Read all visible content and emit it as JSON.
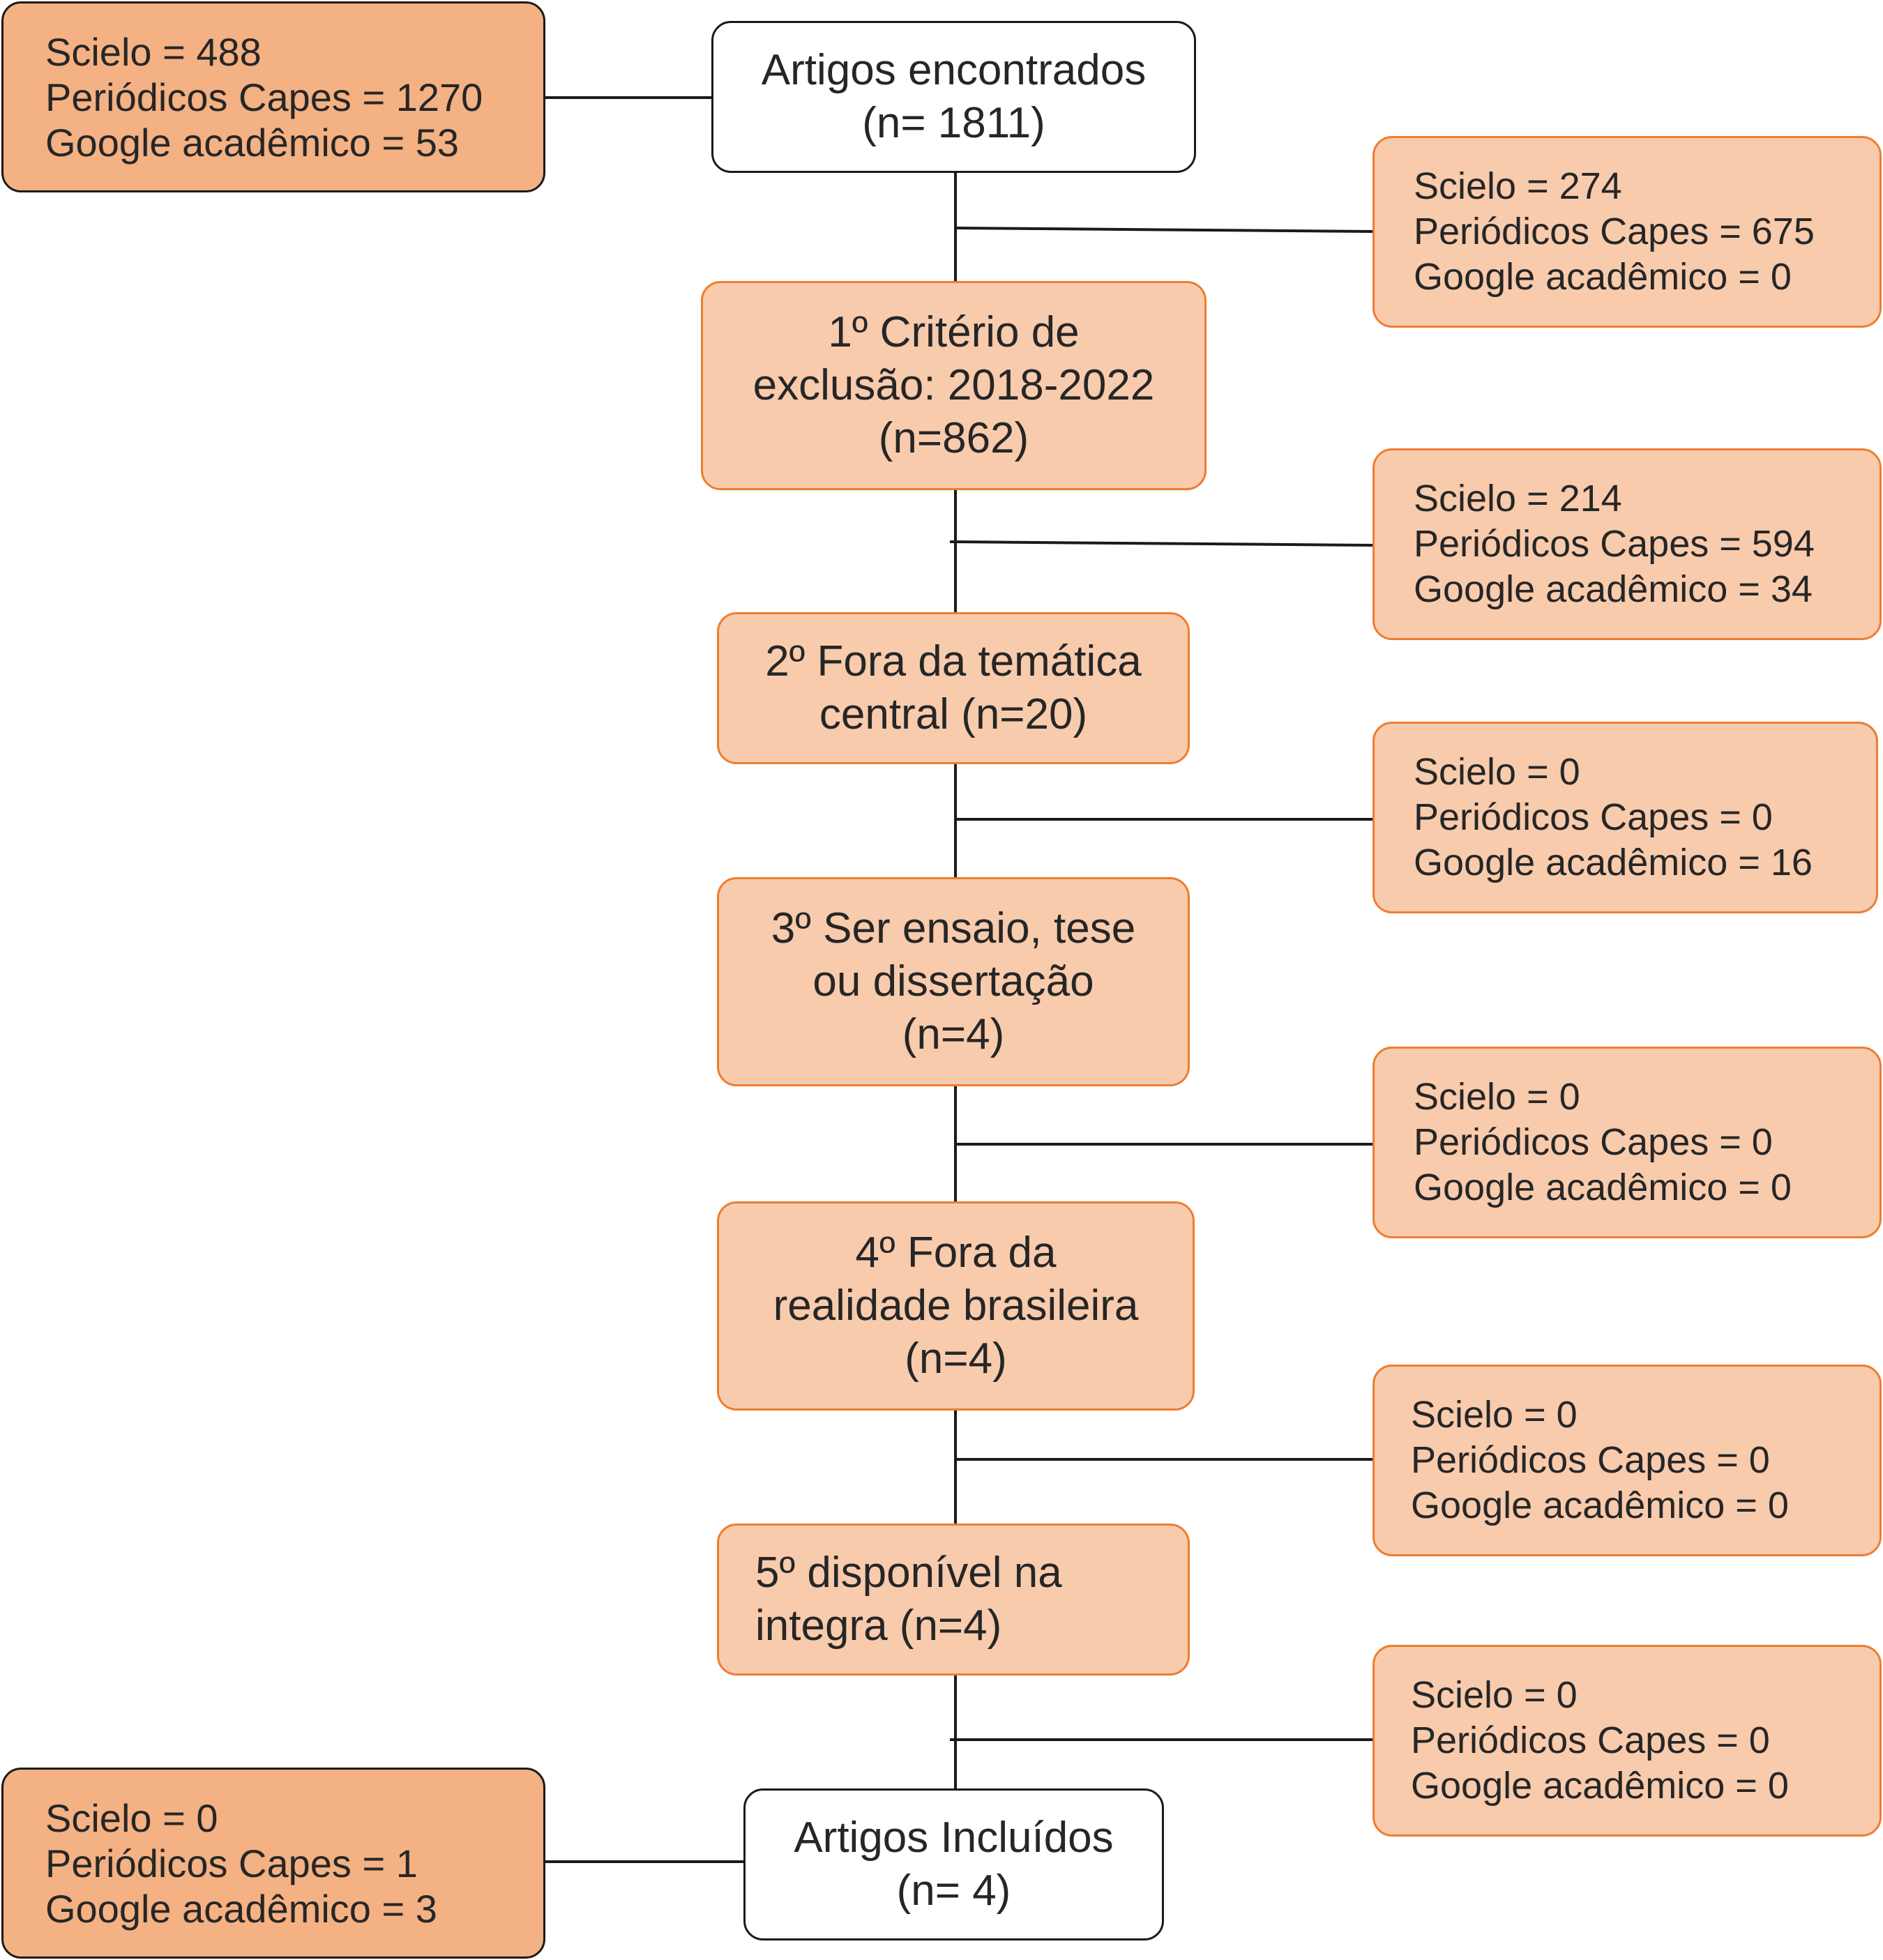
{
  "colors": {
    "line": "#1a1a1a",
    "peach_fill": "#f8cbad",
    "peach_border": "#ed7d31",
    "dark_fill": "#f4b183"
  },
  "main_steps": [
    {
      "lines": [
        "Artigos encontrados",
        "(n= 1811)"
      ]
    },
    {
      "lines": [
        "1º Critério de",
        "exclusão: 2018-2022",
        "(n=862)"
      ]
    },
    {
      "lines": [
        "2º Fora da temática",
        "central (n=20)"
      ]
    },
    {
      "lines": [
        "3º Ser ensaio, tese",
        "ou dissertação",
        "(n=4)"
      ]
    },
    {
      "lines": [
        "4º Fora da",
        "realidade brasileira",
        "(n=4)"
      ]
    },
    {
      "lines": [
        "5º disponível na",
        "integra (n=4)"
      ]
    },
    {
      "lines": [
        "Artigos Incluídos",
        "(n= 4)"
      ]
    }
  ],
  "source_totals": {
    "found": [
      "Scielo = 488",
      "Periódicos Capes = 1270",
      "Google acadêmico = 53"
    ],
    "included": [
      "Scielo = 0",
      "Periódicos Capes = 1",
      "Google acadêmico = 3"
    ]
  },
  "exclusions": [
    [
      "Scielo = 274",
      "Periódicos Capes = 675",
      "Google acadêmico = 0"
    ],
    [
      "Scielo = 214",
      "Periódicos Capes = 594",
      "Google acadêmico = 34"
    ],
    [
      "Scielo = 0",
      "Periódicos Capes = 0",
      "Google acadêmico = 16"
    ],
    [
      "Scielo = 0",
      "Periódicos Capes = 0",
      "Google acadêmico = 0"
    ],
    [
      "Scielo = 0",
      "Periódicos Capes = 0",
      "Google acadêmico = 0"
    ],
    [
      "Scielo = 0",
      "Periódicos Capes = 0",
      "Google acadêmico = 0"
    ]
  ]
}
